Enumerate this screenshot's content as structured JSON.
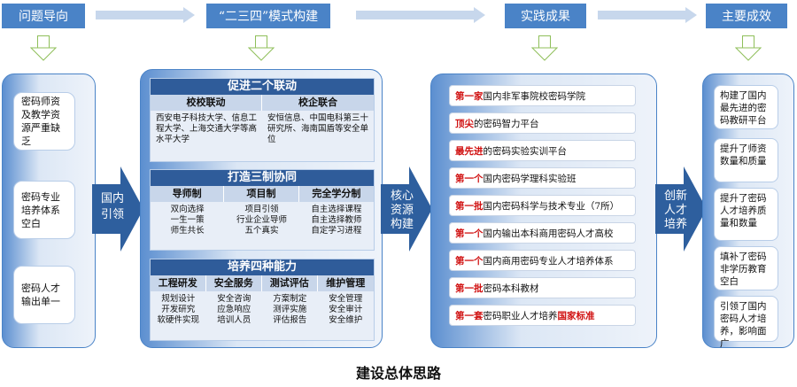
{
  "headers": [
    "问题导向",
    "“二三四”模式构建",
    "实践成果",
    "主要成效"
  ],
  "problems": [
    "密码师资及教学资源严重缺乏",
    "密码专业培养体系空白",
    "密码人才输出单一"
  ],
  "arrows": [
    "国内引领",
    "核心资源构建",
    "创新人才培养"
  ],
  "panel1": {
    "title": "促进二个联动",
    "heads": [
      "校校联动",
      "校企联合"
    ],
    "cells": [
      "西安电子科技大学、信息工程大学、上海交通大学等高水平大学",
      "安恒信息、中国电科第三十研究所、海南国盾等安全单位"
    ]
  },
  "panel2": {
    "title": "打造三制协同",
    "heads": [
      "导师制",
      "项目制",
      "完全学分制"
    ],
    "cells": [
      [
        "双向选择",
        "一生一策",
        "师生共长"
      ],
      [
        "项目引领",
        "行业企业导师",
        "五个真实"
      ],
      [
        "自主选择课程",
        "自主选择教师",
        "自定学习进程"
      ]
    ]
  },
  "panel3": {
    "title": "培养四种能力",
    "heads": [
      "工程研发",
      "安全服务",
      "测试评估",
      "维护管理"
    ],
    "cells": [
      [
        "规划设计",
        "开发研究",
        "软硬件实现"
      ],
      [
        "安全咨询",
        "应急响应",
        "培训人员"
      ],
      [
        "方案制定",
        "测评实施",
        "评估报告"
      ],
      [
        "安全管理",
        "安全审计",
        "安全维护"
      ]
    ]
  },
  "results": [
    {
      "red": "第一家",
      "text": "国内非军事院校密码学院",
      "red2": ""
    },
    {
      "red": "顶尖",
      "text": "的密码智力平台",
      "red2": ""
    },
    {
      "red": "最先进",
      "text": "的密码实验实训平台",
      "red2": ""
    },
    {
      "red": "第一个",
      "text": "国内密码学理科实验班",
      "red2": ""
    },
    {
      "red": "第一批",
      "text": "国内密码科学与技术专业（7所）",
      "red2": ""
    },
    {
      "red": "第一个",
      "text": "国内输出本科商用密码人才高校",
      "red2": ""
    },
    {
      "red": "第一个",
      "text": "国内商用密码专业人才培养体系",
      "red2": ""
    },
    {
      "red": "第一批",
      "text": "密码本科教材",
      "red2": ""
    },
    {
      "red": "第一套",
      "text": "密码职业人才培养",
      "red2": "国家标准"
    }
  ],
  "effects": [
    "构建了国内最先进的密码教研平台",
    "提升了师资数量和质量",
    "提升了密码人才培养质量和数量",
    "填补了密码非学历教育空白",
    "引领了国内密码人才培养，影响面广"
  ],
  "caption": "建设总体思路",
  "colors": {
    "header": "#4a83c7",
    "arrow": "#2e5f9e",
    "panel_title": "#2f5c9a",
    "highlight": "#d01010",
    "down_arrow": "#8fbf5a"
  }
}
